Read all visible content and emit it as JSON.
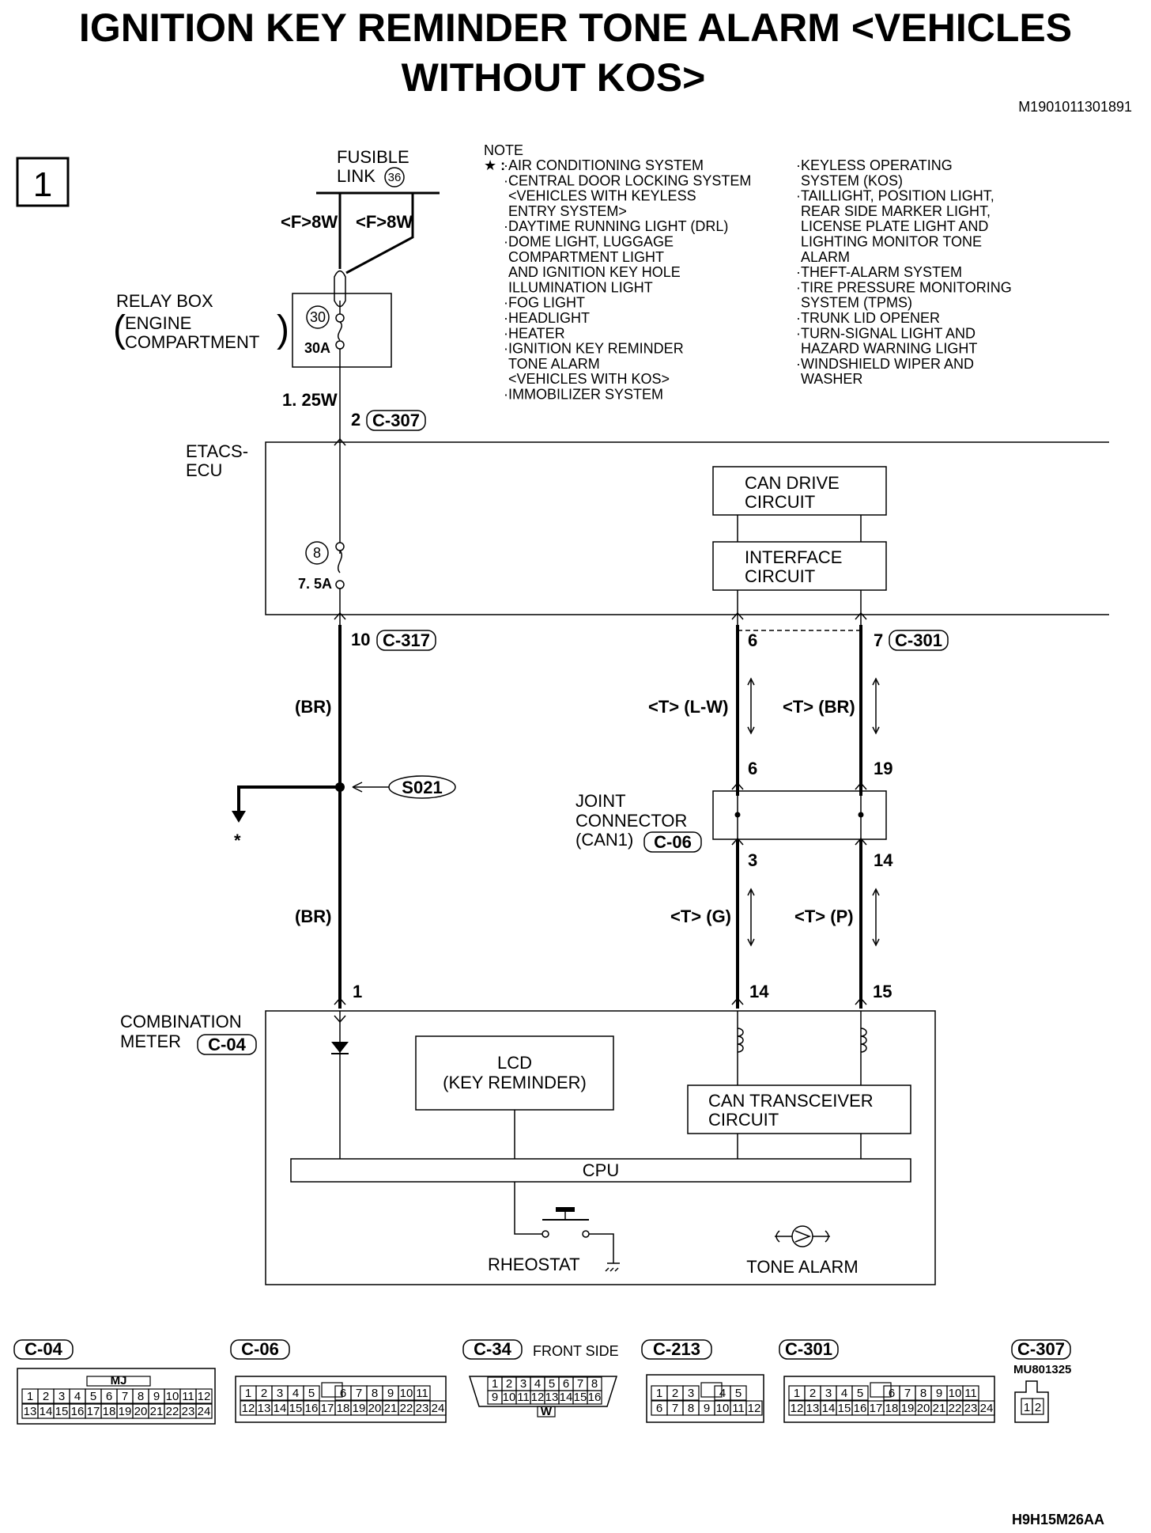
{
  "title_line1": "IGNITION KEY REMINDER TONE ALARM <VEHICLES",
  "title_line2": "WITHOUT KOS>",
  "doc_id": "M1901011301891",
  "page_number": "1",
  "fusible_link": {
    "label_line1": "FUSIBLE",
    "label_line2": "LINK",
    "num": "36"
  },
  "wire_left_f8w": "<F>8W",
  "wire_right_f8w": "<F>8W",
  "relay_box": {
    "line1": "RELAY BOX",
    "line2": "ENGINE",
    "line3": "COMPARTMENT",
    "paren_open": "(",
    "paren_close": ")",
    "fuse_num": "30",
    "fuse_amp": "30A"
  },
  "wire_125w": "1. 25W",
  "pin_2": "2",
  "conn_c307": "C-307",
  "etacs": {
    "line1": "ETACS-",
    "line2": "ECU",
    "fuse_num": "8",
    "fuse_amp": "7. 5A"
  },
  "can_drive": {
    "line1": "CAN DRIVE",
    "line2": "CIRCUIT"
  },
  "interface": {
    "line1": "INTERFACE",
    "line2": "CIRCUIT"
  },
  "pin_10": "10",
  "conn_c317": "C-317",
  "pin_6_top": "6",
  "pin_7": "7",
  "conn_c301": "C-301",
  "wire_br_1": "(BR)",
  "wire_t_lw": "<T> (L-W)",
  "wire_t_br": "<T> (BR)",
  "pin_6_joint": "6",
  "pin_19": "19",
  "splice": "S021",
  "star": "*",
  "joint": {
    "line1": "JOINT",
    "line2": "CONNECTOR",
    "line3": "(CAN1)",
    "conn": "C-06"
  },
  "pin_3": "3",
  "pin_14_joint": "14",
  "wire_br_2": "(BR)",
  "wire_t_g": "<T> (G)",
  "wire_t_p": "<T> (P)",
  "pin_1": "1",
  "pin_14_meter": "14",
  "pin_15": "15",
  "meter": {
    "line1": "COMBINATION",
    "line2": "METER",
    "conn": "C-04"
  },
  "lcd": {
    "line1": "LCD",
    "line2": "(KEY REMINDER)"
  },
  "can_trans": {
    "line1": "CAN TRANSCEIVER",
    "line2": "CIRCUIT"
  },
  "cpu": "CPU",
  "rheostat": "RHEOSTAT",
  "tone_alarm": "TONE ALARM",
  "note_title": "NOTE",
  "note_star": "★ :",
  "notes_col1": [
    "·AIR CONDITIONING SYSTEM",
    "·CENTRAL DOOR LOCKING SYSTEM",
    "<VEHICLES WITH KEYLESS",
    "ENTRY SYSTEM>",
    "·DAYTIME RUNNING LIGHT (DRL)",
    "·DOME LIGHT, LUGGAGE",
    "COMPARTMENT LIGHT",
    "AND IGNITION KEY HOLE",
    "ILLUMINATION LIGHT",
    "·FOG LIGHT",
    "·HEADLIGHT",
    "·HEATER",
    "·IGNITION KEY REMINDER",
    "TONE ALARM",
    "<VEHICLES WITH KOS>",
    "·IMMOBILIZER SYSTEM"
  ],
  "notes_col2": [
    "·KEYLESS OPERATING",
    "SYSTEM (KOS)",
    "·TAILLIGHT, POSITION LIGHT,",
    "REAR SIDE MARKER LIGHT,",
    "LICENSE PLATE LIGHT AND",
    "LIGHTING MONITOR TONE",
    "ALARM",
    "·THEFT-ALARM SYSTEM",
    "·TIRE PRESSURE MONITORING",
    "SYSTEM (TPMS)",
    "·TRUNK LID OPENER",
    "·TURN-SIGNAL LIGHT AND",
    "HAZARD WARNING LIGHT",
    "·WINDSHIELD WIPER AND",
    "WASHER"
  ],
  "connectors": {
    "c04": {
      "name": "C-04",
      "tag": "MJ",
      "row1": [
        "1",
        "2",
        "3",
        "4",
        "5",
        "6",
        "7",
        "8",
        "9",
        "10",
        "11",
        "12"
      ],
      "row2": [
        "13",
        "14",
        "15",
        "16",
        "17",
        "18",
        "19",
        "20",
        "21",
        "22",
        "23",
        "24"
      ]
    },
    "c06": {
      "name": "C-06",
      "row1": [
        "1",
        "2",
        "3",
        "4",
        "5",
        "",
        "6",
        "7",
        "8",
        "9",
        "10",
        "11"
      ],
      "row2": [
        "12",
        "13",
        "14",
        "15",
        "16",
        "17",
        "18",
        "19",
        "20",
        "21",
        "22",
        "23",
        "24"
      ]
    },
    "c34": {
      "name": "C-34",
      "side": "FRONT SIDE",
      "row1": [
        "1",
        "2",
        "3",
        "4",
        "5",
        "6",
        "7",
        "8"
      ],
      "row2": [
        "9",
        "10",
        "11",
        "12",
        "13",
        "14",
        "15",
        "16"
      ],
      "tag": "W"
    },
    "c213": {
      "name": "C-213",
      "row1": [
        "1",
        "2",
        "3",
        "",
        "4",
        "5"
      ],
      "row2": [
        "6",
        "7",
        "8",
        "9",
        "10",
        "11",
        "12"
      ]
    },
    "c301": {
      "name": "C-301",
      "row1": [
        "1",
        "2",
        "3",
        "4",
        "5",
        "",
        "6",
        "7",
        "8",
        "9",
        "10",
        "11"
      ],
      "row2": [
        "12",
        "13",
        "14",
        "15",
        "16",
        "17",
        "18",
        "19",
        "20",
        "21",
        "22",
        "23",
        "24"
      ]
    },
    "c307": {
      "name": "C-307",
      "part": "MU801325",
      "row": [
        "1",
        "2"
      ]
    }
  },
  "footer_code": "H9H15M26AA"
}
